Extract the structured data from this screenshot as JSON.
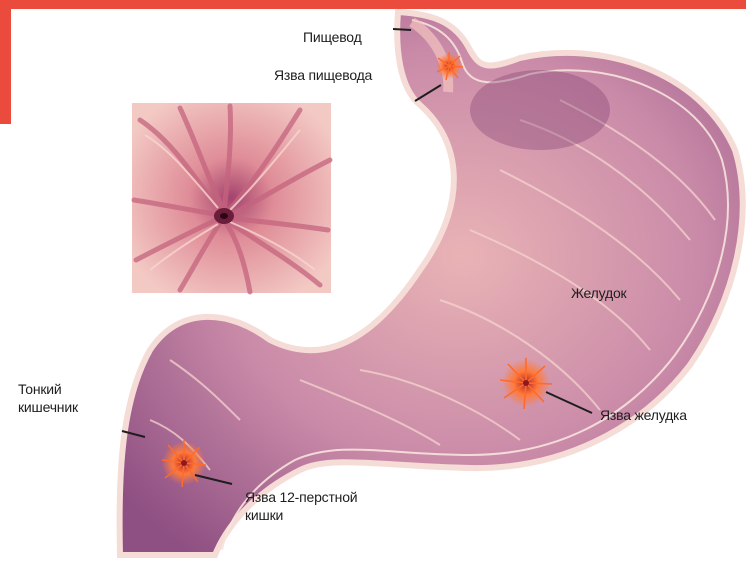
{
  "colors": {
    "frame_red": "#ea4b3c",
    "tissue_dark": "#8a4a7e",
    "tissue_mid": "#b77aa6",
    "tissue_light": "#f2c7c2",
    "ulcer": "#ff6a2a",
    "label_text": "#1e1e1e"
  },
  "labels": {
    "esophagus": "Пищевод",
    "esophagus_ulcer": "Язва пищевода",
    "stomach": "Желудок",
    "stomach_ulcer": "Язва  желудка",
    "small_intestine_line1": "Тонкий",
    "small_intestine_line2": "кишечник",
    "duodenal_ulcer_line1": "Язва 12-перстной",
    "duodenal_ulcer_line2": "кишки"
  }
}
